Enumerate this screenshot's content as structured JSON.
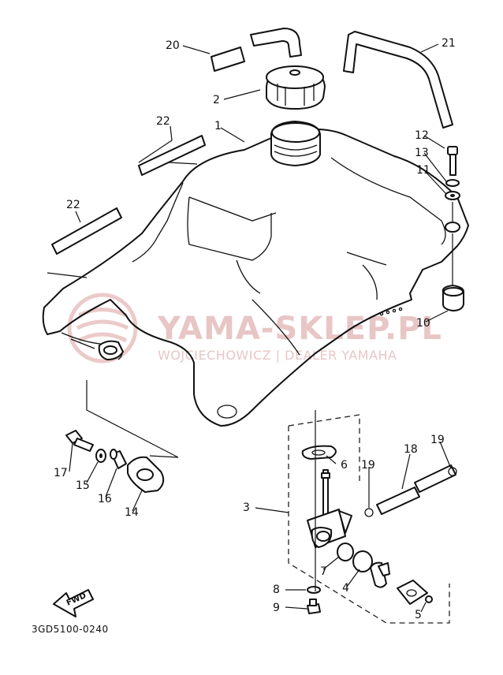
{
  "diagram": {
    "code": "3GD5100-0240",
    "fwd_label": "FWD",
    "watermark": {
      "title": "YAMA-SKLEP.PL",
      "subtitle": "WOJCIECHOWICZ | DEALER YAMAHA"
    },
    "callouts": [
      "1",
      "2",
      "3",
      "4",
      "5",
      "6",
      "7",
      "8",
      "9",
      "10",
      "11",
      "12",
      "13",
      "14",
      "15",
      "16",
      "17",
      "18",
      "19",
      "19",
      "20",
      "21",
      "22",
      "22"
    ]
  },
  "colors": {
    "line": "#111111",
    "watermark": "#e8c6c6",
    "background": "#ffffff"
  }
}
